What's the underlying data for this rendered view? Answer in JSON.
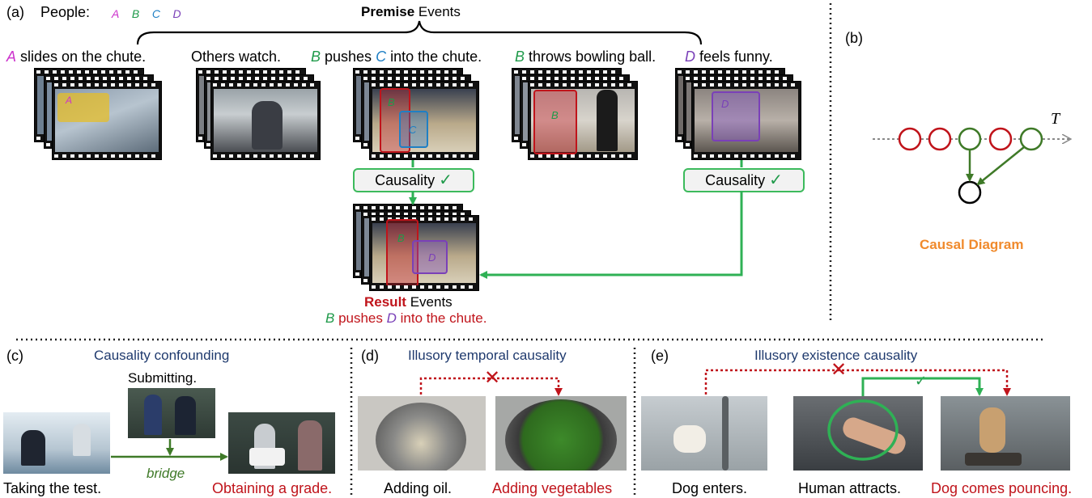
{
  "panel_a": {
    "label": "(a)",
    "people_label": "People:",
    "people": [
      "A",
      "B",
      "C",
      "D"
    ],
    "premise_bold": "Premise",
    "premise_rest": " Events",
    "events": [
      {
        "actor": "A",
        "text": " slides on the chute."
      },
      {
        "actor": "",
        "text": "Others watch."
      },
      {
        "actor": "B",
        "text": " pushes ",
        "actor2": "C",
        "text2": " into the chute."
      },
      {
        "actor": "B",
        "text": " throws bowling ball."
      },
      {
        "actor": "D",
        "text": " feels funny."
      }
    ],
    "causality_label": "Causality",
    "check": "✓",
    "result_bold": "Result",
    "result_rest": " Events",
    "result_line": {
      "actor": "B",
      "text": " pushes ",
      "actor2": "D",
      "text2": " into the chute."
    },
    "box_labels": {
      "a": "A",
      "b": "B",
      "c": "C",
      "d": "D"
    }
  },
  "panel_b": {
    "label": "(b)",
    "axis": "T",
    "caption": "Causal Diagram",
    "colors": {
      "red": "#c0141b",
      "green": "#3f7a28",
      "black": "#000000",
      "gray": "#888888"
    }
  },
  "panel_c": {
    "label": "(c)",
    "title": "Causality confounding",
    "mid_caption": "Submitting.",
    "bridge": "bridge",
    "left_caption": "Taking the test.",
    "right_caption": "Obtaining a grade."
  },
  "panel_d": {
    "label": "(d)",
    "title": "Illusory temporal causality",
    "left_caption": "Adding oil.",
    "right_caption": "Adding vegetables",
    "cross": "✕"
  },
  "panel_e": {
    "label": "(e)",
    "title": "Illusory existence causality",
    "left_caption": "Dog enters.",
    "mid_caption": "Human attracts.",
    "right_caption": "Dog comes pouncing.",
    "cross": "✕",
    "check": "✓"
  }
}
